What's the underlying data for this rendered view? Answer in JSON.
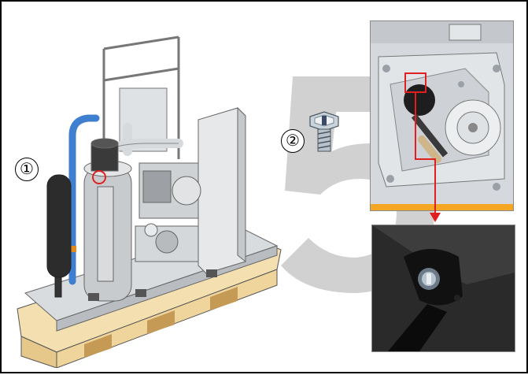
{
  "callouts": {
    "one": "①",
    "two": "②"
  },
  "watermark": {
    "digit": "5",
    "color": "#c9c9c9"
  },
  "colors": {
    "highlight_red": "#e02020",
    "frame_black": "#000000",
    "inset_divider": "#f5a623",
    "pallet_wood": "#f3dfb0"
  },
  "icons": {
    "screw": "hex-head-screw-icon",
    "arrow": "arrow-down-icon"
  }
}
